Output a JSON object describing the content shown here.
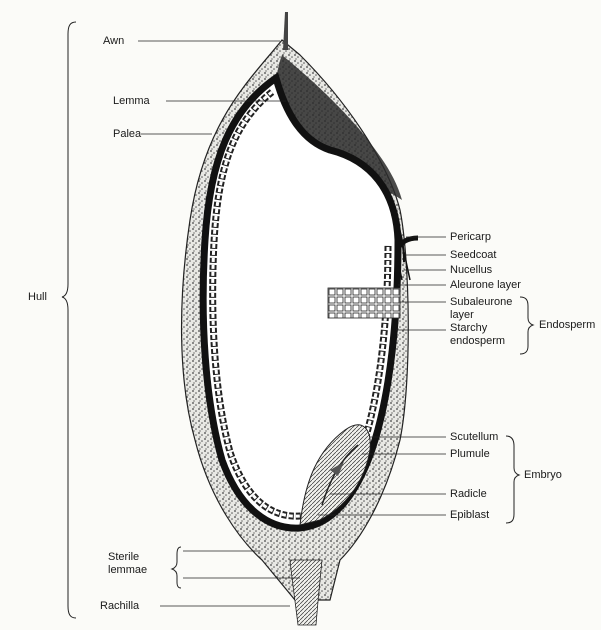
{
  "labels": {
    "awn": "Awn",
    "lemma": "Lemma",
    "palea": "Palea",
    "hull": "Hull",
    "pericarp": "Pericarp",
    "seedcoat": "Seedcoat",
    "nucellus": "Nucellus",
    "aleurone": "Aleurone layer",
    "subaleurone_1": "Subaleurone",
    "subaleurone_2": "layer",
    "starchy_1": "Starchy",
    "starchy_2": "endosperm",
    "endosperm": "Endosperm",
    "scutellum": "Scutellum",
    "plumule": "Plumule",
    "radicle": "Radicle",
    "epiblast": "Epiblast",
    "embryo": "Embryo",
    "sterile_1": "Sterile",
    "sterile_2": "lemmae",
    "rachilla": "Rachilla"
  }
}
